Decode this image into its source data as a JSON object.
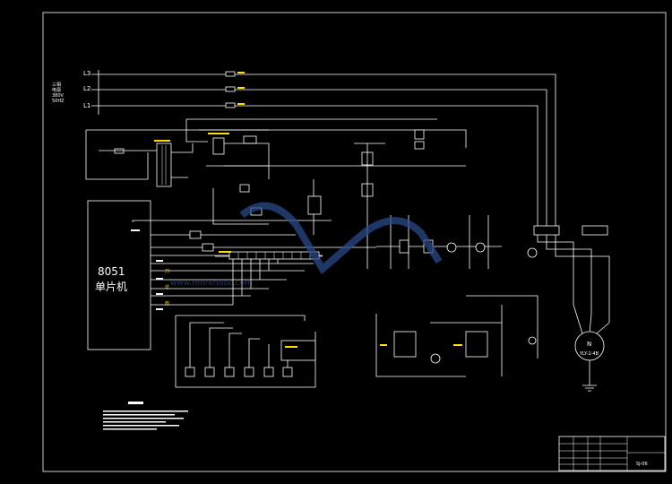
{
  "supply": {
    "lines": [
      "L3",
      "L2",
      "L1"
    ],
    "label_lines": [
      "三相",
      "电源",
      "380V",
      "50HZ"
    ]
  },
  "mcu": {
    "title": "8051",
    "subtitle": "单片机",
    "side_labels": [
      "刀",
      "位",
      "检"
    ]
  },
  "motor": {
    "symbol": "N",
    "model": "YLY-2-4B"
  },
  "title_block": {
    "drawing_no": "SJ-06"
  },
  "watermark": {
    "text": "www.renrendoc.com"
  },
  "colors": {
    "background": "#000000",
    "lines": "#ffffff",
    "component_labels": "#ffe000",
    "watermark": "#2a4a8a"
  }
}
